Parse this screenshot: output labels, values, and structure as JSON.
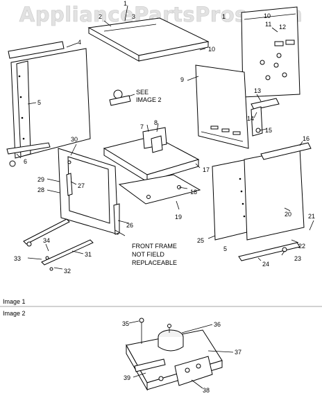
{
  "watermark": "AppliancePartsPros.com",
  "sections": {
    "image1": "Image 1",
    "image2": "Image 2"
  },
  "notes": {
    "see_image_1": "SEE",
    "see_image_2": "IMAGE 2",
    "front_frame_1": "FRONT FRAME",
    "front_frame_2": "NOT FIELD",
    "front_frame_3": "REPLACEABLE"
  },
  "callouts": {
    "c1": "1",
    "c2": "2",
    "c3": "3",
    "c4": "4",
    "c5": "5",
    "c6": "6",
    "c7": "7",
    "c8": "8",
    "c9": "9",
    "c10": "10",
    "c11": "11",
    "c12": "12",
    "c13": "13",
    "c14": "14",
    "c15": "15",
    "c16": "16",
    "c17": "17",
    "c18": "18",
    "c19": "19",
    "c20": "20",
    "c21": "21",
    "c22": "22",
    "c23": "23",
    "c24": "24",
    "c25": "25",
    "c26": "26",
    "c27": "27",
    "c28": "28",
    "c29": "29",
    "c30": "30",
    "c31": "31",
    "c32": "32",
    "c33": "33",
    "c34": "34",
    "c35": "35",
    "c36": "36",
    "c37": "37",
    "c38": "38",
    "c39": "39"
  }
}
